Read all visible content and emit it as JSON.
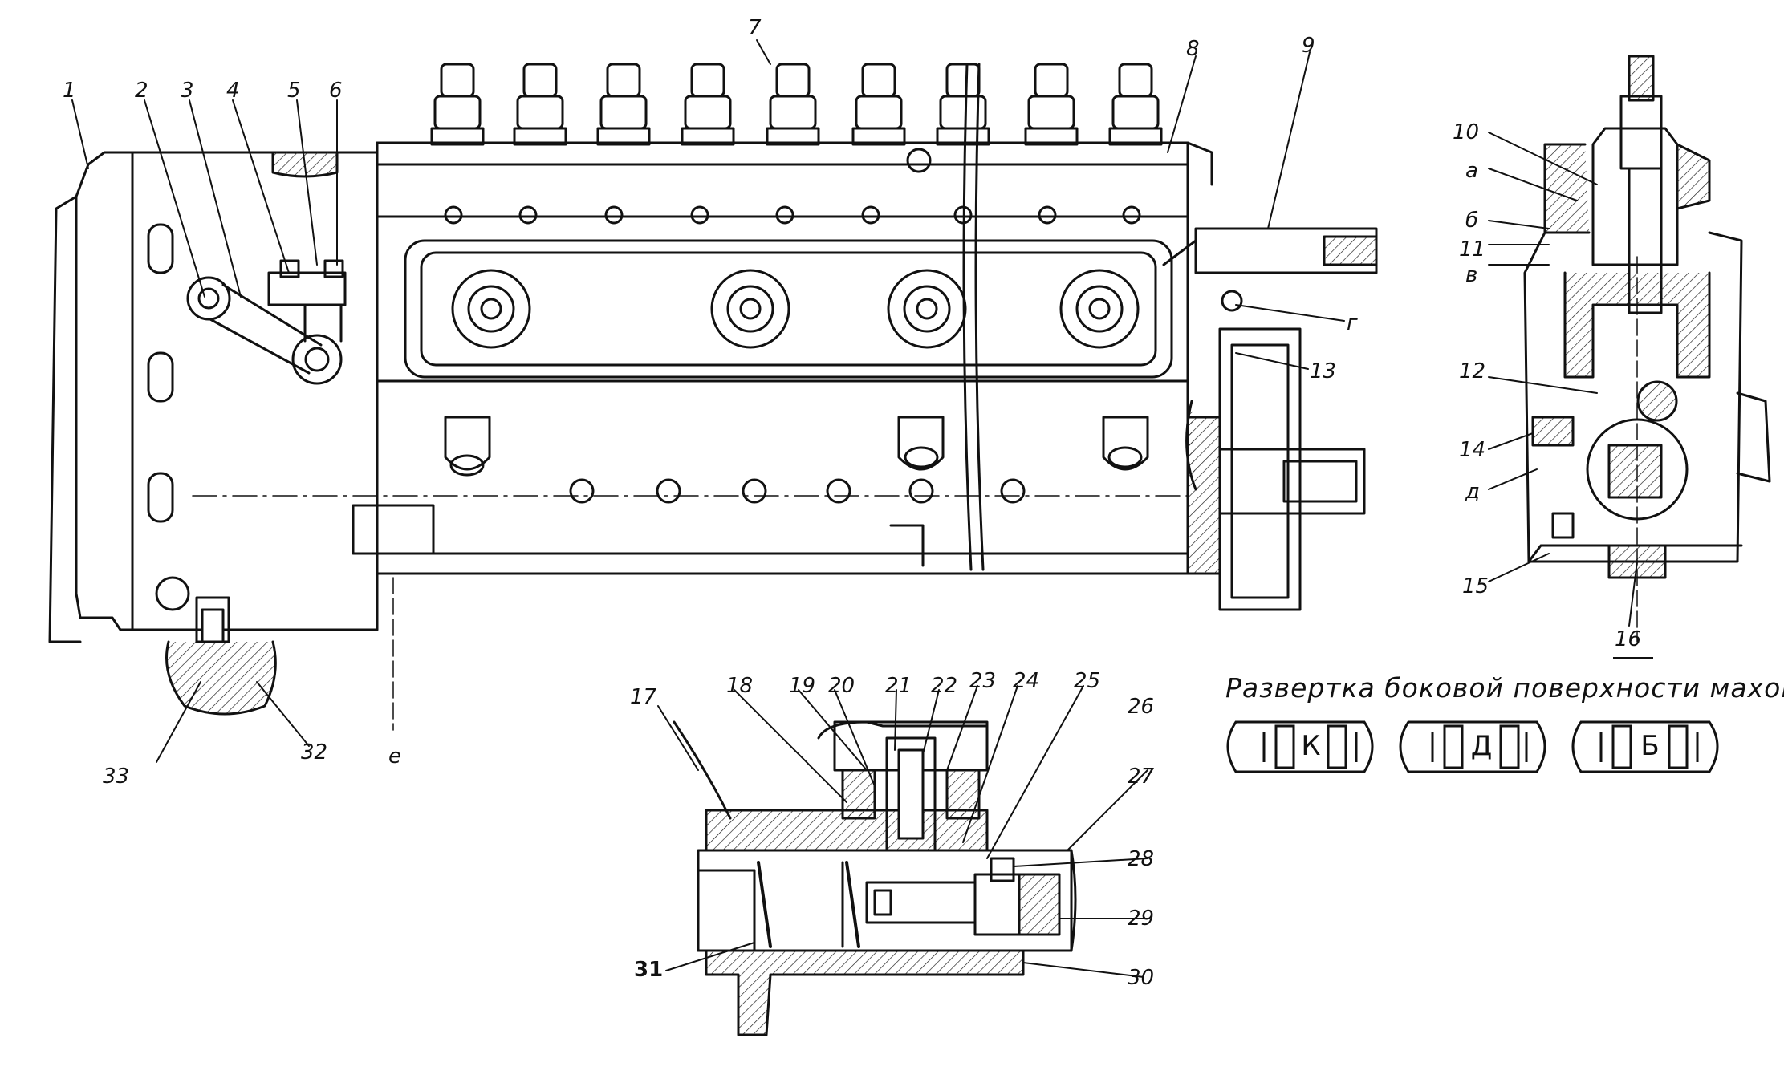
{
  "callouts": {
    "n1": "1",
    "n2": "2",
    "n3": "3",
    "n4": "4",
    "n5": "5",
    "n6": "6",
    "n7": "7",
    "n8": "8",
    "n9": "9",
    "n10": "10",
    "n11": "11",
    "n12": "12",
    "n13": "13",
    "n14": "14",
    "n15": "15",
    "n16": "16",
    "n17": "17",
    "n18": "18",
    "n19": "19",
    "n20": "20",
    "n21": "21",
    "n22": "22",
    "n23": "23",
    "n24": "24",
    "n25": "25",
    "n26": "26",
    "n27": "27",
    "n28": "28",
    "n29": "29",
    "n30": "30",
    "n31": "31",
    "n32": "32",
    "n33": "33"
  },
  "letters": {
    "a": "а",
    "b": "б",
    "v": "в",
    "g": "г",
    "d": "д",
    "e": "е"
  },
  "flywheel_development": {
    "caption": "Развертка боковой поверхности маховичка",
    "marks": [
      "К",
      "Д",
      "Б"
    ]
  }
}
